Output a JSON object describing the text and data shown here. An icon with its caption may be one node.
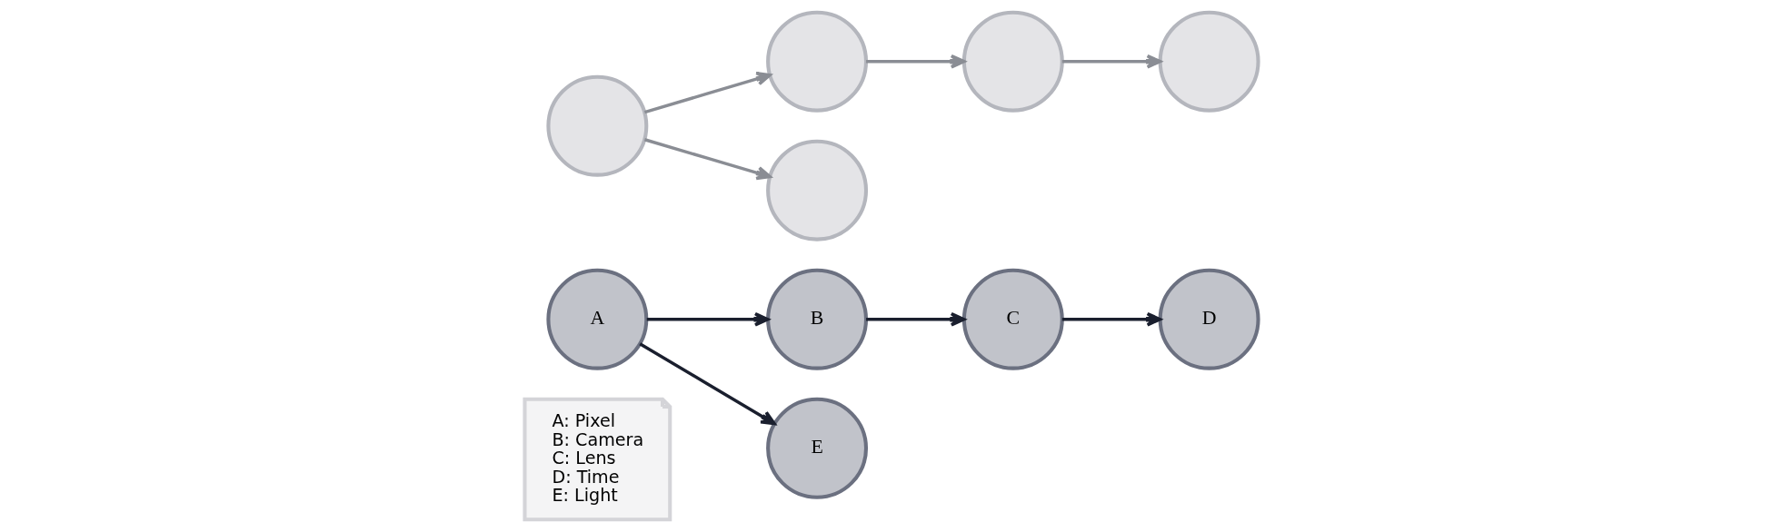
{
  "diagram": {
    "nodes": [
      {
        "text": [
          "A: Pixel",
          "B: Camera",
          "C: Lens",
          "D: Time",
          "E: Light"
        ]
      },
      {
        "text": [
          "A"
        ]
      },
      {
        "text": [
          "B"
        ]
      },
      {
        "text": [
          "C"
        ]
      },
      {
        "text": [
          "D"
        ]
      },
      {
        "text": [
          "E"
        ]
      },
      {
        "text": [],
        "shape": "circle"
      },
      {
        "text": [],
        "shape": "circle"
      },
      {
        "text": [],
        "shape": "circle"
      },
      {
        "text": [],
        "shape": "circle"
      },
      {
        "text": [],
        "shape": "circle"
      }
    ],
    "edges": [
      {
        "from": 1,
        "to": 2,
        "arrow": "to"
      },
      {
        "from": 1,
        "to": 5,
        "arrow": "to"
      },
      {
        "from": 2,
        "to": 3,
        "arrow": "to"
      },
      {
        "from": 3,
        "to": 4,
        "arrow": "to"
      },
      {
        "from": 6,
        "to": 7,
        "arrow": "to",
        "color": "#8a8d94"
      },
      {
        "from": 6,
        "to": 10,
        "arrow": "to",
        "color": "#8a8d94"
      },
      {
        "from": 7,
        "to": 8,
        "arrow": "to",
        "color": "#8a8d94"
      },
      {
        "from": 8,
        "to": 9,
        "arrow": "to",
        "color": "#8a8d94"
      }
    ]
  }
}
